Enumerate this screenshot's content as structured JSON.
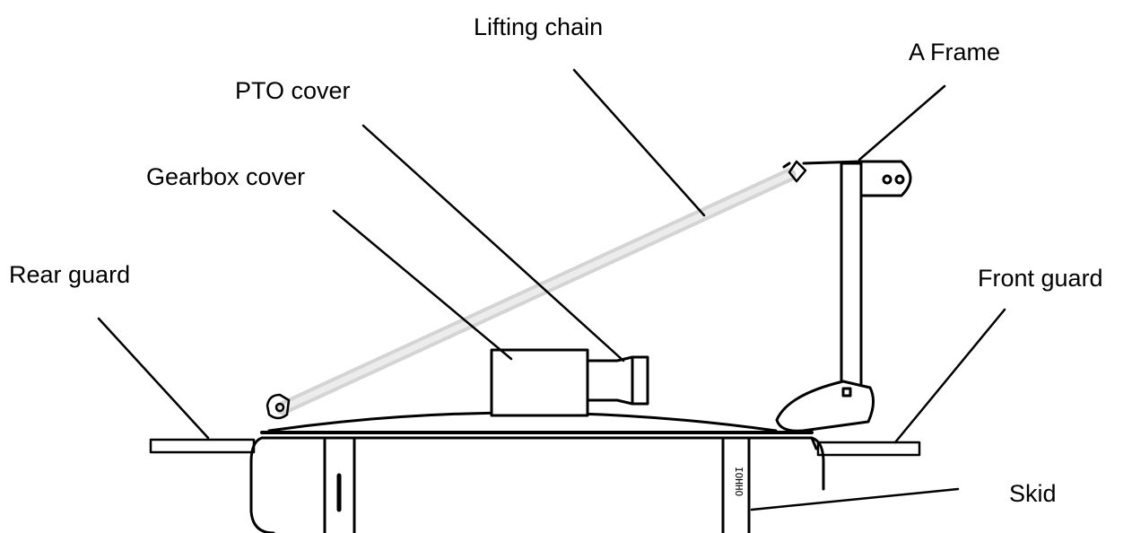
{
  "labels": {
    "lifting_chain": "Lifting chain",
    "a_frame": "A Frame",
    "pto_cover": "PTO cover",
    "gearbox_cover": "Gearbox cover",
    "rear_guard": "Rear guard",
    "front_guard": "Front guard",
    "skid": "Skid"
  },
  "colors": {
    "line": "#000000",
    "chain": "#d8d8d8",
    "background": "#ffffff"
  }
}
